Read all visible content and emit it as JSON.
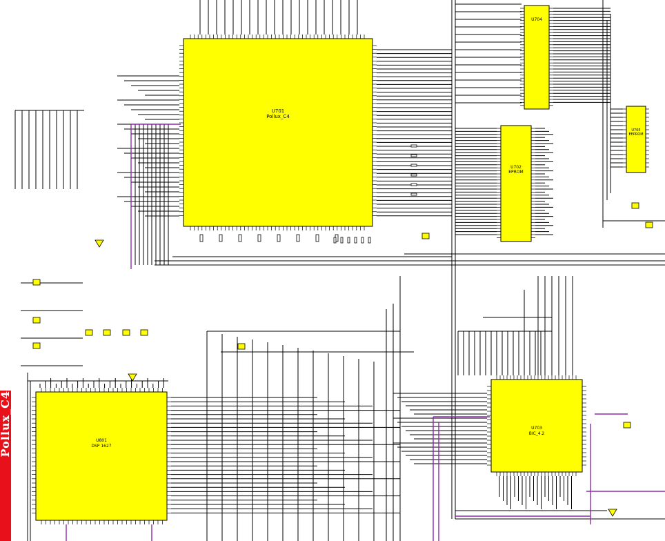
{
  "chips": [
    {
      "ref": "U701",
      "part": "Pollux_C4"
    },
    {
      "ref": "U702",
      "part": "EPROM"
    },
    {
      "ref": "U704",
      "part": ""
    },
    {
      "ref": "U705",
      "part": "EEPROM"
    },
    {
      "ref": "U703",
      "part": "BIC_4.2"
    },
    {
      "ref": "U801",
      "part": "DSP 1627"
    }
  ],
  "side_tab": {
    "text": "Pollux_C4"
  },
  "colors": {
    "chip_fill": "#ffff00",
    "wire": "#000000",
    "bus": "#8b2aa8",
    "tab": "#e8101a",
    "net_label": "#2a78c8"
  }
}
